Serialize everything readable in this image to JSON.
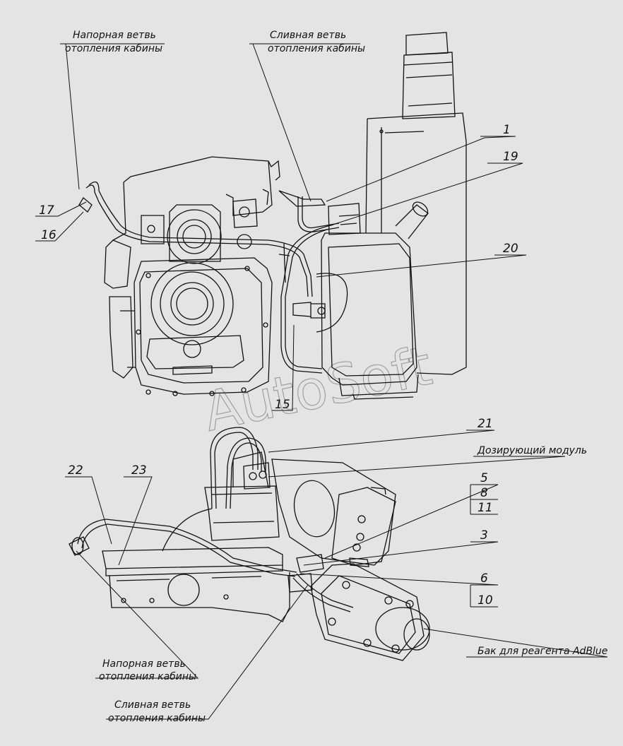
{
  "colors": {
    "background": "#e4e4e4",
    "line": "#111111",
    "watermark": "#9a9a9a"
  },
  "watermark": "AutoSoft",
  "top_view": {
    "label_pressure": [
      "Напорная ветвь",
      "отопления кабины"
    ],
    "label_drain": [
      "Сливная ветвь",
      "отопления кабины"
    ],
    "callouts": [
      "1",
      "19",
      "20",
      "17",
      "16",
      "15"
    ]
  },
  "bottom_view": {
    "callouts": [
      "21",
      "22",
      "23",
      "5",
      "8",
      "11",
      "3",
      "6",
      "10"
    ],
    "label_dosing": "Дозирующий модуль",
    "label_tank": "Бак для реагента AdBlue",
    "label_pressure": [
      "Напорная ветвь",
      "отопления кабины"
    ],
    "label_drain": [
      "Сливная ветвь",
      "отопления кабины"
    ]
  }
}
